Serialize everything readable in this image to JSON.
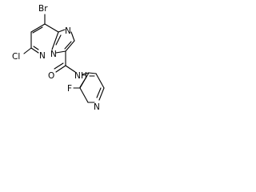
{
  "molecule": {
    "atoms": {
      "br": "Br",
      "cl": "Cl",
      "n_pyridazine": "N",
      "n_imidazole": "N",
      "n_bridge": "N",
      "o_carbonyl": "O",
      "n_amide": "N",
      "h_amide": "H",
      "f": "F",
      "n_pyridine": "N"
    }
  }
}
